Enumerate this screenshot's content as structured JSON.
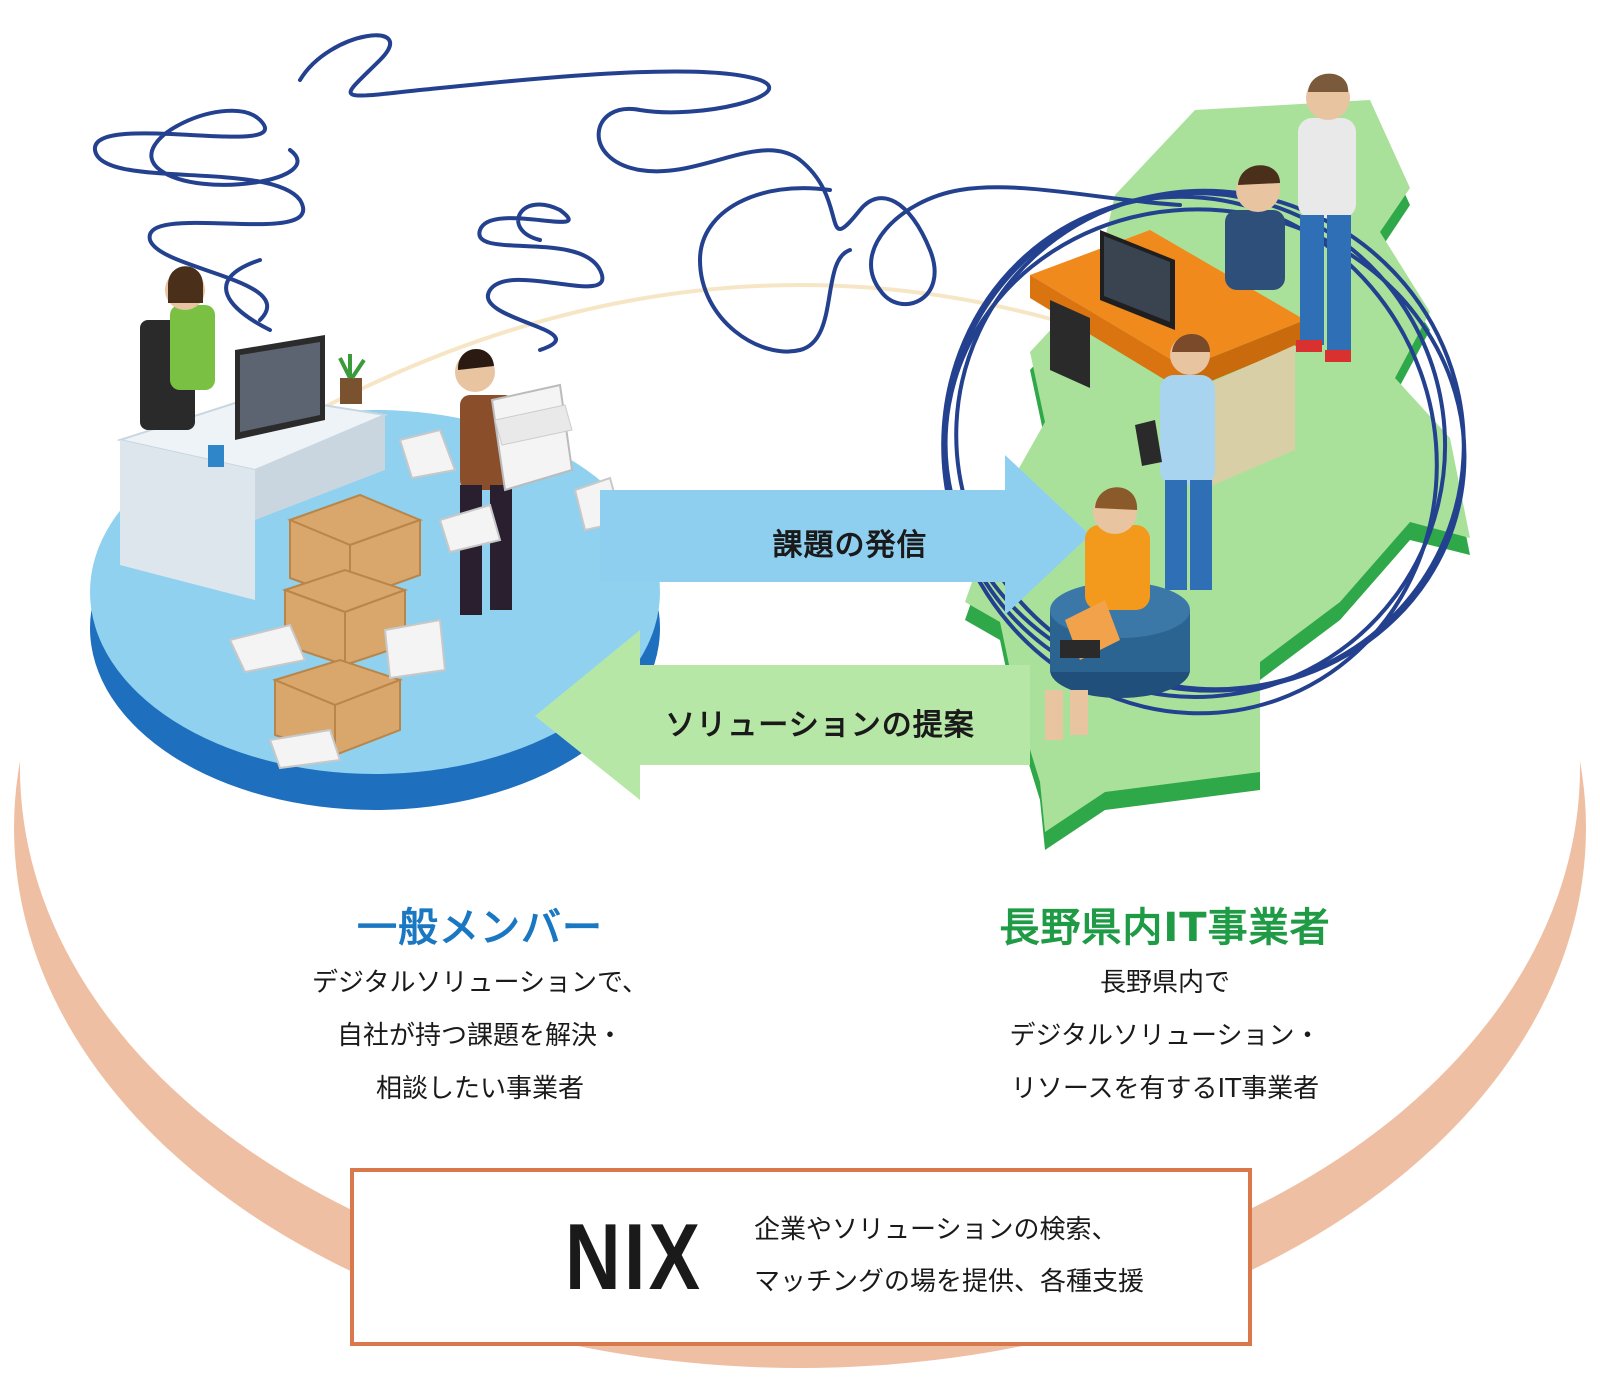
{
  "arrows": {
    "issue_label": "課題の発信",
    "solution_label": "ソリューションの提案"
  },
  "left_group": {
    "heading": "一般メンバー",
    "desc_lines": [
      "デジタルソリューションで、",
      "自社が持つ課題を解決・",
      "相談したい事業者"
    ]
  },
  "right_group": {
    "heading": "長野県内IT事業者",
    "desc_lines": [
      "長野県内で",
      "デジタルソリューション・",
      "リソースを有するIT事業者"
    ]
  },
  "nix": {
    "logo_text": "NIX",
    "desc_lines": [
      "企業やソリューションの検索、",
      "マッチングの場を提供、各種支援"
    ]
  },
  "colors": {
    "platform_fill": "#ffffff",
    "platform_edge": "#efbfa3",
    "left_disc": "#8fd1ef",
    "left_disc_edge": "#1f6fbf",
    "right_map": "#a9e19a",
    "right_map_edge": "#2fa84a",
    "arrow_blue": "#8ecff0",
    "arrow_green": "#b7e7a7",
    "heading_blue": "#1a78c2",
    "heading_green": "#1f9a45",
    "scribble": "#23418f",
    "nix_border": "#d9784a",
    "logo_red": "#e2402a"
  }
}
